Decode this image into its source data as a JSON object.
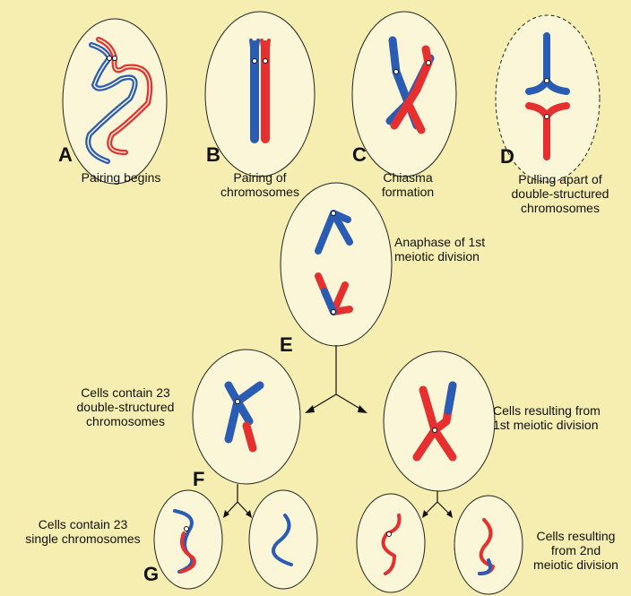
{
  "colors": {
    "background": "#f6eeb0",
    "cell": "#fbf6d8",
    "maternal": "#2a5cb3",
    "paternal": "#e63030"
  },
  "stages": [
    {
      "letter": "A",
      "caption": [
        "Pairing begins"
      ]
    },
    {
      "letter": "B",
      "caption": [
        "Pairing of",
        "chromosomes"
      ]
    },
    {
      "letter": "C",
      "caption": [
        "Chiasma",
        "formation"
      ]
    },
    {
      "letter": "D",
      "caption": [
        "Pulling apart of",
        "double-structured",
        "chromosomes"
      ]
    },
    {
      "letter": "E",
      "caption": [
        "Anaphase of 1st",
        "meiotic division"
      ]
    },
    {
      "letter": "F",
      "caption": [
        "Cells contain 23",
        "double-structured",
        "chromosomes"
      ]
    },
    {
      "letter": "",
      "caption": [
        "Cells resulting from",
        "1st meiotic division"
      ]
    },
    {
      "letter": "G",
      "caption": [
        "Cells contain 23",
        "single chromosomes"
      ]
    },
    {
      "letter": "",
      "caption": [
        "Cells resulting",
        "from 2nd",
        "meiotic division"
      ]
    }
  ]
}
